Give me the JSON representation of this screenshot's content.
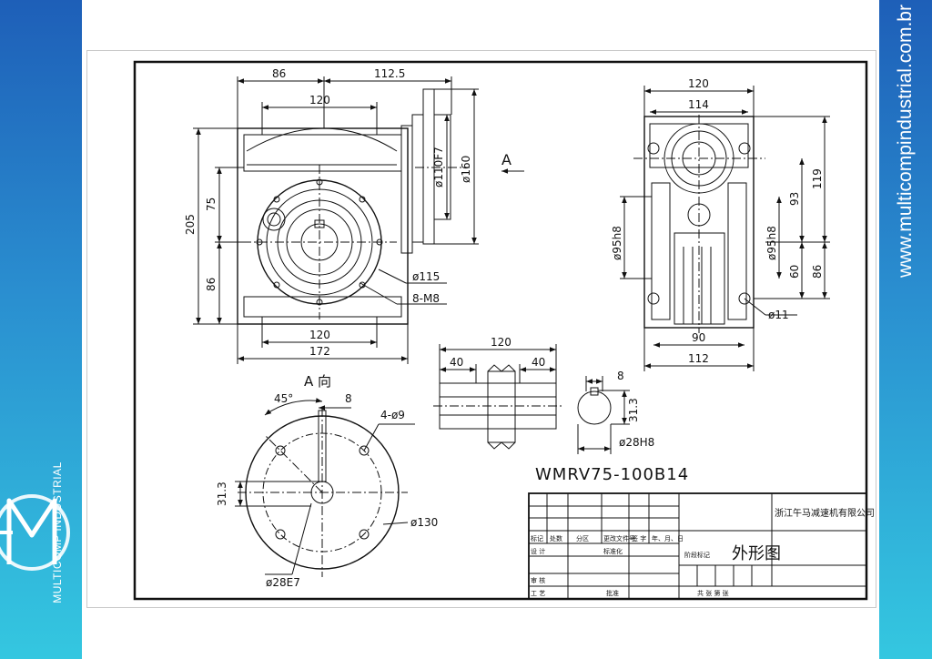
{
  "branding": {
    "website": "www.multicompindustrial.com.br",
    "company": "MULTICOMP INDUSTRIAL",
    "accent_colors": [
      "#1e5fb8",
      "#34c7e0"
    ]
  },
  "drawing": {
    "model": "WMRV75-100B14",
    "view_a_arrow": "A",
    "view_a_title": "A 向",
    "front": {
      "dim_86_top": "86",
      "dim_112_5": "112.5",
      "dim_120_top": "120",
      "dim_205": "205",
      "dim_75": "75",
      "dim_86_left": "86",
      "dim_110f7": "ø110F7",
      "dim_160": "ø160",
      "dim_115": "ø115",
      "bolts": "8-M8",
      "dim_120_bottom": "120",
      "dim_172": "172"
    },
    "side": {
      "dim_120": "120",
      "dim_114": "114",
      "dim_119": "119",
      "dim_93": "93",
      "dim_95h8_left": "ø95h8",
      "dim_95h8_right": "ø95h8",
      "dim_60": "60",
      "dim_86": "86",
      "dim_11": "ø11",
      "dim_90": "90",
      "dim_112": "112"
    },
    "shaft": {
      "dim_120": "120",
      "dim_40_left": "40",
      "dim_40_right": "40",
      "key_8": "8",
      "key_31_3": "31.3",
      "bore": "ø28H8"
    },
    "flange": {
      "angle": "45°",
      "key_8": "8",
      "holes": "4-ø9",
      "key_31_3": "31.3",
      "dim_130": "ø130",
      "bore": "ø28E7"
    }
  },
  "title_block": {
    "company": "浙江午马减速机有限公司",
    "drawing_title": "外形图",
    "h_mark": "标记",
    "h_count": "处数",
    "h_zone": "分区",
    "h_change": "更改文件号",
    "h_sign": "签 字",
    "h_date": "年、月、日",
    "design": "设 计",
    "standard": "标准化",
    "stage": "阶段标记",
    "review": "审 核",
    "process": "工 艺",
    "approve": "批准",
    "sheets": "共    张   第    张"
  }
}
